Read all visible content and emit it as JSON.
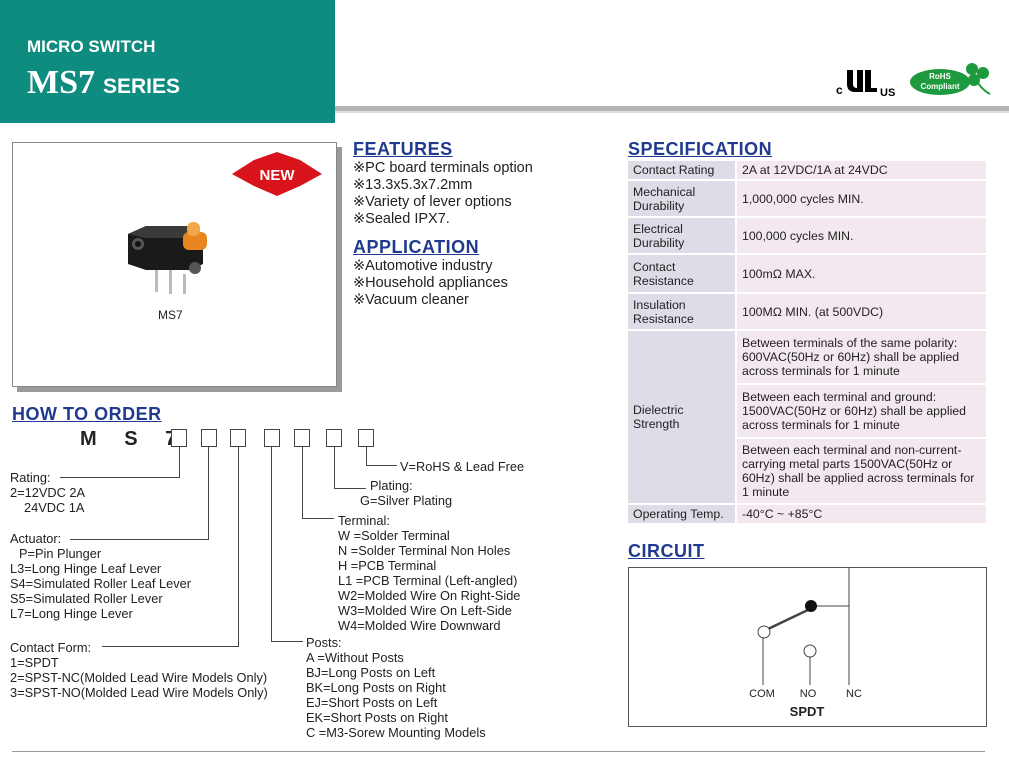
{
  "header": {
    "subtitle": "MICRO SWITCH",
    "model": "MS7",
    "series": "SERIES",
    "cert_ul": "US",
    "cert_c": "c",
    "cert_rohs_line1": "RoHS",
    "cert_rohs_line2": "Compliant"
  },
  "product": {
    "badge": "NEW",
    "label": "MS7"
  },
  "features": {
    "title": "FEATURES",
    "items": [
      "※PC board terminals option",
      "※13.3x5.3x7.2mm",
      "※Variety of lever options",
      "※Sealed IPX7."
    ]
  },
  "application": {
    "title": "APPLICATION",
    "items": [
      "※Automotive industry",
      "※Household appliances",
      "※Vacuum cleaner"
    ]
  },
  "specification": {
    "title": "SPECIFICATION",
    "rows": [
      {
        "key": "Contact Rating",
        "value": "2A at 12VDC/1A at 24VDC"
      },
      {
        "key": "Mechanical Durability",
        "value": "1,000,000 cycles MIN."
      },
      {
        "key": "Electrical Durability",
        "value": "100,000 cycles MIN."
      },
      {
        "key": "Contact Resistance",
        "value": "100mΩ MAX."
      },
      {
        "key": "Insulation Resistance",
        "value": "100MΩ MIN. (at 500VDC)"
      },
      {
        "key": "Dielectric Strength",
        "values": [
          "Between terminals of the same polarity: 600VAC(50Hz or 60Hz) shall be applied across terminals for 1 minute",
          "Between each terminal and ground: 1500VAC(50Hz or 60Hz) shall be applied across terminals for 1 minute",
          "Between each terminal and non-current-carrying metal parts 1500VAC(50Hz or 60Hz) shall be applied across terminals for 1 minute"
        ]
      },
      {
        "key": "Operating Temp.",
        "value": "-40°C ~ +85°C"
      }
    ]
  },
  "order": {
    "title": "HOW TO ORDER",
    "code": "M S 7 -",
    "rating": [
      "Rating:",
      "2=12VDC 2A",
      "24VDC 1A"
    ],
    "actuator": [
      "Actuator:",
      "P=Pin Plunger",
      "L3=Long Hinge Leaf Lever",
      "S4=Simulated Roller Leaf Lever",
      "S5=Simulated Roller Lever",
      "L7=Long Hinge Lever"
    ],
    "contact_form": [
      "Contact Form:",
      "1=SPDT",
      "2=SPST-NC(Molded Lead Wire Models Only)",
      "3=SPST-NO(Molded Lead Wire Models Only)"
    ],
    "posts": [
      "Posts:",
      "A =Without Posts",
      "BJ=Long Posts on Left",
      "BK=Long Posts on Right",
      "EJ=Short Posts on Left",
      "EK=Short Posts on Right",
      "C =M3-Sorew Mounting Models"
    ],
    "terminal": [
      "Terminal:",
      "W =Solder Terminal",
      "N =Solder Terminal Non Holes",
      "H =PCB Terminal",
      "L1 =PCB Terminal (Left-angled)",
      "W2=Molded Wire On Right-Side",
      "W3=Molded Wire On Left-Side",
      "W4=Molded Wire Downward"
    ],
    "plating": [
      "Plating:",
      "G=Silver Plating"
    ],
    "rohs": "V=RoHS & Lead Free"
  },
  "circuit": {
    "title": "CIRCUIT",
    "com": "COM",
    "no": "NO",
    "nc": "NC",
    "type": "SPDT"
  }
}
